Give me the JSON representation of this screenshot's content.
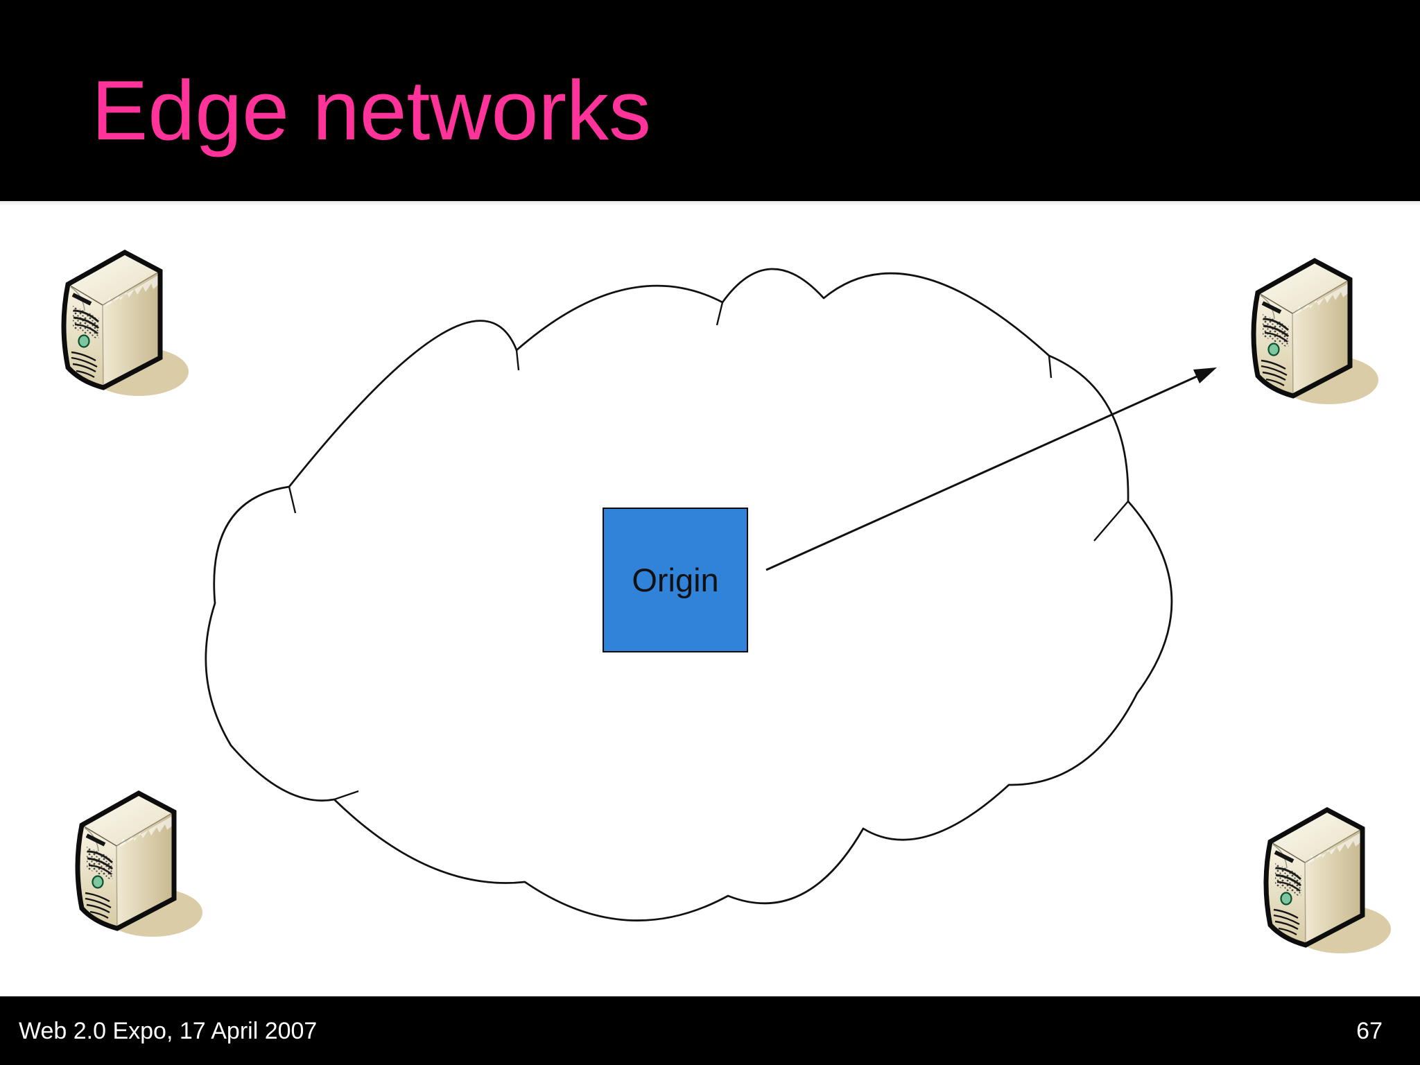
{
  "slide": {
    "title": "Edge networks",
    "footer": {
      "left": "Web 2.0 Expo, 17 April 2007",
      "page_number": "67"
    },
    "colors": {
      "title_pink": "#FF3399",
      "header_bar": "#000000",
      "footer_bar": "#000000",
      "footer_text": "#FFFFFF",
      "body_background": "#FFFFFF",
      "origin_box_fill": "#3182D9",
      "origin_box_border": "#0A0A0A",
      "cloud_stroke": "#111111",
      "server_beige": "#D9CDA9",
      "server_button_green": "#7CC7A0"
    }
  },
  "diagram": {
    "cloud": {
      "shape": "internet-cloud",
      "fill": "#FFFFFF"
    },
    "origin_box": {
      "label": "Origin"
    },
    "servers": [
      {
        "name": "server-top-left"
      },
      {
        "name": "server-top-right"
      },
      {
        "name": "server-bottom-left"
      },
      {
        "name": "server-bottom-right"
      }
    ],
    "arrow": {
      "from": "origin-box",
      "to": "server-top-right"
    }
  }
}
